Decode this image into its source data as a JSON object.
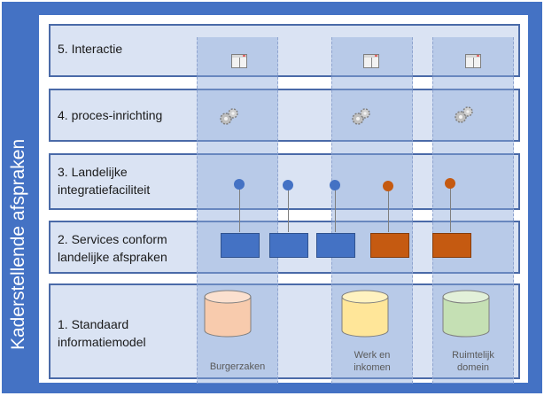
{
  "sidebar": {
    "title": "Kaderstellende afspraken"
  },
  "layers": [
    {
      "label": "5. Interactie"
    },
    {
      "label": "4. proces-inrichting"
    },
    {
      "label_line1": "3. Landelijke",
      "label_line2": "integratiefaciliteit"
    },
    {
      "label_line1": "2. Services conform",
      "label_line2": "landelijke afspraken"
    },
    {
      "label_line1": "1. Standaard",
      "label_line2": "informatiemodel"
    }
  ],
  "columns": [
    {
      "caption": "Burgerzaken"
    },
    {
      "caption_line1": "Werk en",
      "caption_line2": "inkomen"
    },
    {
      "caption_line1": "Ruimtelijk",
      "caption_line2": "domein"
    }
  ],
  "colors": {
    "accent_blue": "#4472c4",
    "accent_orange": "#c55a11",
    "db_burgerzaken": "#f8cbad",
    "db_werk": "#ffe699",
    "db_ruimtelijk": "#c5e0b4"
  }
}
